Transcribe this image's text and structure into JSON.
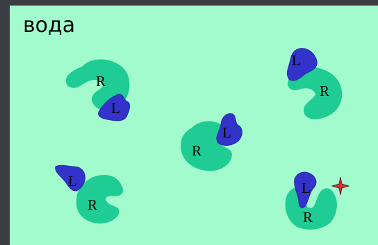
{
  "title": "вода",
  "labels": {
    "receptor": "R",
    "ligand": "L"
  },
  "colors": {
    "background": "#a2fbcd",
    "receptor": "#1fcc94",
    "ligand": "#3333cc",
    "ligand_outline": "#2a2aa0",
    "star": "#e03030"
  },
  "complexes": [
    {
      "id": "complex-1",
      "bound": true
    },
    {
      "id": "complex-2",
      "bound": true
    },
    {
      "id": "complex-3",
      "bound": true
    },
    {
      "id": "complex-4",
      "bound": true
    },
    {
      "id": "complex-5",
      "bound": true,
      "highlighted": true
    }
  ]
}
